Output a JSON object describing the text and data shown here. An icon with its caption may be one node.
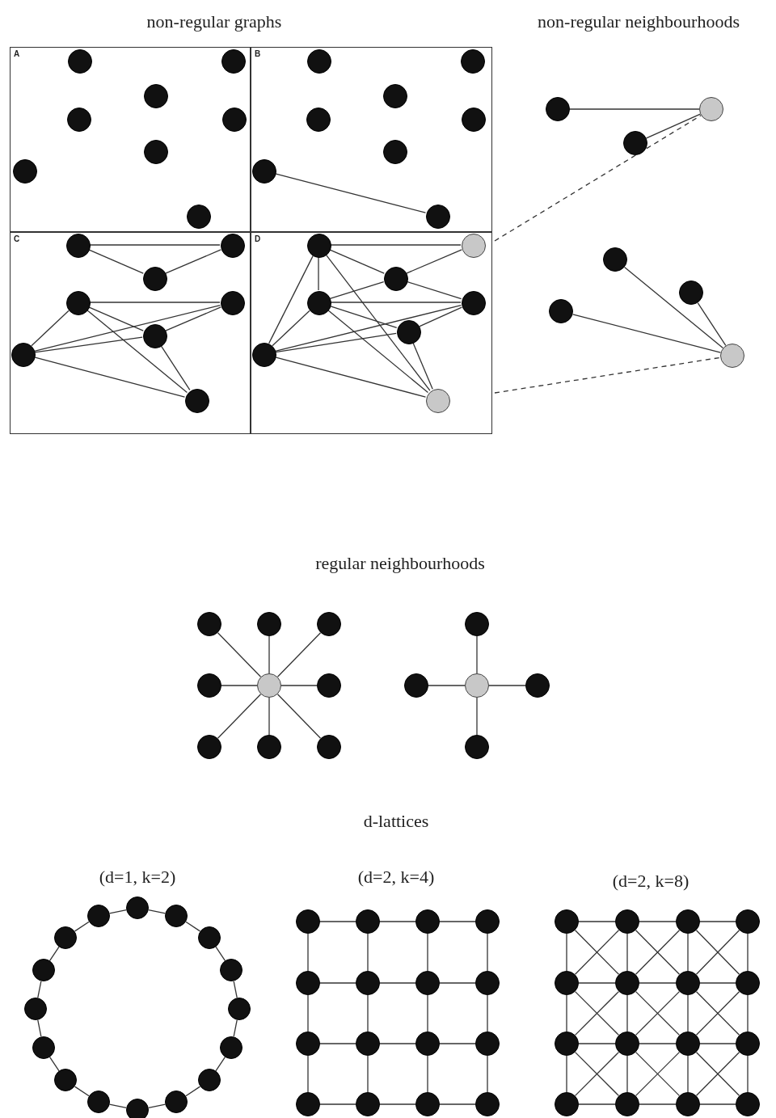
{
  "diagram": {
    "nodes": [
      {
        "text": [
          "A"
        ]
      },
      {
        "text": [],
        "shape": "circle",
        "in": 0
      },
      {
        "text": [],
        "shape": "circle",
        "in": 0
      },
      {
        "text": [],
        "shape": "circle",
        "in": 0
      },
      {
        "text": [],
        "shape": "circle",
        "in": 0
      },
      {
        "text": [],
        "shape": "circle",
        "in": 0
      },
      {
        "text": [],
        "shape": "circle",
        "in": 0
      },
      {
        "text": [],
        "shape": "circle",
        "in": 0
      },
      {
        "text": [],
        "shape": "circle",
        "in": 0
      },
      {
        "text": [
          "B"
        ]
      },
      {
        "text": [],
        "shape": "circle",
        "in": 9
      },
      {
        "text": [],
        "shape": "circle",
        "in": 9
      },
      {
        "text": [],
        "shape": "circle",
        "in": 9
      },
      {
        "text": [],
        "shape": "circle",
        "in": 9
      },
      {
        "text": [],
        "shape": "circle",
        "in": 9
      },
      {
        "text": [],
        "shape": "circle",
        "in": 9
      },
      {
        "text": [],
        "shape": "circle",
        "in": 9
      },
      {
        "text": [],
        "shape": "circle",
        "in": 9
      },
      {
        "text": [
          "C"
        ]
      },
      {
        "text": [],
        "shape": "circle",
        "in": 18
      },
      {
        "text": [],
        "shape": "circle",
        "in": 18
      },
      {
        "text": [],
        "shape": "circle",
        "in": 18
      },
      {
        "text": [],
        "shape": "circle",
        "in": 18
      },
      {
        "text": [],
        "shape": "circle",
        "in": 18
      },
      {
        "text": [],
        "shape": "circle",
        "in": 18
      },
      {
        "text": [],
        "shape": "circle",
        "in": 18
      },
      {
        "text": [],
        "shape": "circle",
        "in": 18
      },
      {
        "text": [
          "D"
        ]
      },
      {
        "text": [],
        "shape": "circle",
        "in": 27
      },
      {
        "text": [],
        "shape": "circle",
        "in": 27
      },
      {
        "text": [],
        "shape": "circle",
        "in": 27
      },
      {
        "text": [],
        "shape": "circle",
        "in": 27
      },
      {
        "text": [],
        "shape": "circle",
        "in": 27
      },
      {
        "text": [],
        "shape": "circle",
        "in": 27
      },
      {
        "text": [],
        "shape": "circle",
        "in": 27
      },
      {
        "text": [],
        "shape": "circle",
        "in": 27
      },
      {
        "text": [],
        "shape": "circle"
      },
      {
        "text": [],
        "shape": "circle"
      },
      {
        "text": [],
        "shape": "circle"
      },
      {
        "text": [],
        "shape": "circle"
      },
      {
        "text": [],
        "shape": "circle"
      },
      {
        "text": [],
        "shape": "circle"
      },
      {
        "text": [],
        "shape": "circle"
      },
      {
        "text": [],
        "shape": "circle"
      },
      {
        "text": [],
        "shape": "circle"
      },
      {
        "text": [],
        "shape": "circle"
      },
      {
        "text": [],
        "shape": "circle"
      },
      {
        "text": [],
        "shape": "circle"
      },
      {
        "text": [],
        "shape": "circle"
      },
      {
        "text": [],
        "shape": "circle"
      },
      {
        "text": [],
        "shape": "circle"
      },
      {
        "text": [],
        "shape": "circle"
      },
      {
        "text": [],
        "shape": "circle"
      },
      {
        "text": [],
        "shape": "circle"
      },
      {
        "text": [],
        "shape": "circle"
      },
      {
        "text": [],
        "shape": "circle"
      },
      {
        "text": [],
        "shape": "circle"
      },
      {
        "text": [],
        "shape": "circle"
      },
      {
        "text": [],
        "shape": "circle"
      },
      {
        "text": [],
        "shape": "circle"
      },
      {
        "text": [],
        "shape": "circle"
      },
      {
        "text": [],
        "shape": "circle"
      },
      {
        "text": [],
        "shape": "circle"
      },
      {
        "text": [],
        "shape": "circle"
      },
      {
        "text": [],
        "shape": "circle"
      },
      {
        "text": [],
        "shape": "circle"
      },
      {
        "text": [],
        "shape": "circle"
      },
      {
        "text": [],
        "shape": "circle"
      },
      {
        "text": [],
        "shape": "circle"
      },
      {
        "text": [],
        "shape": "circle"
      },
      {
        "text": [],
        "shape": "circle"
      },
      {
        "text": [],
        "shape": "circle"
      },
      {
        "text": [],
        "shape": "circle"
      },
      {
        "text": [],
        "shape": "circle"
      },
      {
        "text": [],
        "shape": "circle"
      },
      {
        "text": [],
        "shape": "circle"
      },
      {
        "text": [],
        "shape": "circle"
      },
      {
        "text": [],
        "shape": "circle"
      },
      {
        "text": [],
        "shape": "circle"
      },
      {
        "text": [],
        "shape": "circle"
      },
      {
        "text": [],
        "shape": "circle"
      },
      {
        "text": [],
        "shape": "circle"
      },
      {
        "text": [],
        "shape": "circle"
      },
      {
        "text": [],
        "shape": "circle"
      },
      {
        "text": [],
        "shape": "circle"
      },
      {
        "text": [],
        "shape": "circle"
      },
      {
        "text": [],
        "shape": "circle"
      },
      {
        "text": [],
        "shape": "circle"
      },
      {
        "text": [],
        "shape": "circle"
      },
      {
        "text": [],
        "shape": "circle"
      },
      {
        "text": [],
        "shape": "circle"
      },
      {
        "text": [],
        "shape": "circle"
      },
      {
        "text": [],
        "shape": "circle"
      },
      {
        "text": [],
        "shape": "circle"
      },
      {
        "text": [],
        "shape": "circle"
      },
      {
        "text": [],
        "shape": "circle"
      },
      {
        "text": [],
        "shape": "circle"
      },
      {
        "text": [],
        "shape": "circle"
      },
      {
        "text": [],
        "shape": "circle"
      },
      {
        "text": [],
        "shape": "circle"
      },
      {
        "text": [],
        "shape": "circle"
      },
      {
        "text": [],
        "shape": "circle"
      },
      {
        "text": [],
        "shape": "circle"
      },
      {
        "text": [],
        "shape": "circle"
      },
      {
        "text": [],
        "shape": "circle"
      }
    ],
    "edges": [
      {
        "from": 16,
        "to": 17,
        "arrow": "none"
      },
      {
        "from": 19,
        "to": 20,
        "arrow": "none"
      },
      {
        "from": 19,
        "to": 21,
        "arrow": "none"
      },
      {
        "from": 20,
        "to": 21,
        "arrow": "none"
      },
      {
        "from": 22,
        "to": 23,
        "arrow": "none"
      },
      {
        "from": 22,
        "to": 25,
        "arrow": "none"
      },
      {
        "from": 22,
        "to": 24,
        "arrow": "none"
      },
      {
        "from": 22,
        "to": 26,
        "arrow": "none"
      },
      {
        "from": 25,
        "to": 23,
        "arrow": "none"
      },
      {
        "from": 25,
        "to": 24,
        "arrow": "none"
      },
      {
        "from": 24,
        "to": 23,
        "arrow": "none"
      },
      {
        "from": 25,
        "to": 26,
        "arrow": "none"
      },
      {
        "from": 24,
        "to": 26,
        "arrow": "none"
      },
      {
        "from": 28,
        "to": 29,
        "arrow": "none"
      },
      {
        "from": 28,
        "to": 30,
        "arrow": "none"
      },
      {
        "from": 30,
        "to": 29,
        "arrow": "none"
      },
      {
        "from": 28,
        "to": 31,
        "arrow": "none"
      },
      {
        "from": 28,
        "to": 34,
        "arrow": "none"
      },
      {
        "from": 28,
        "to": 35,
        "arrow": "none"
      },
      {
        "from": 31,
        "to": 30,
        "arrow": "none"
      },
      {
        "from": 31,
        "to": 32,
        "arrow": "none"
      },
      {
        "from": 31,
        "to": 33,
        "arrow": "none"
      },
      {
        "from": 31,
        "to": 35,
        "arrow": "none"
      },
      {
        "from": 31,
        "to": 34,
        "arrow": "none"
      },
      {
        "from": 30,
        "to": 32,
        "arrow": "none"
      },
      {
        "from": 34,
        "to": 32,
        "arrow": "none"
      },
      {
        "from": 34,
        "to": 33,
        "arrow": "none"
      },
      {
        "from": 34,
        "to": 35,
        "arrow": "none"
      },
      {
        "from": 33,
        "to": 32,
        "arrow": "none"
      },
      {
        "from": 33,
        "to": 35,
        "arrow": "none"
      },
      {
        "from": 36,
        "to": 37,
        "arrow": "none"
      },
      {
        "from": 38,
        "to": 37,
        "arrow": "none"
      },
      {
        "from": 39,
        "to": 42,
        "arrow": "none"
      },
      {
        "from": 40,
        "to": 42,
        "arrow": "none"
      },
      {
        "from": 41,
        "to": 42,
        "arrow": "none"
      },
      {
        "from": 27,
        "to": 37,
        "arrow": "none",
        "style": "dashed"
      },
      {
        "from": 27,
        "to": 42,
        "arrow": "none",
        "style": "dashed"
      },
      {
        "from": 47,
        "to": 43,
        "arrow": "none"
      },
      {
        "from": 47,
        "to": 44,
        "arrow": "none"
      },
      {
        "from": 47,
        "to": 45,
        "arrow": "none"
      },
      {
        "from": 47,
        "to": 46,
        "arrow": "none"
      },
      {
        "from": 47,
        "to": 48,
        "arrow": "none"
      },
      {
        "from": 47,
        "to": 49,
        "arrow": "none"
      },
      {
        "from": 47,
        "to": 50,
        "arrow": "none"
      },
      {
        "from": 47,
        "to": 51,
        "arrow": "none"
      },
      {
        "from": 54,
        "to": 52,
        "arrow": "none"
      },
      {
        "from": 54,
        "to": 53,
        "arrow": "none"
      },
      {
        "from": 54,
        "to": 55,
        "arrow": "none"
      },
      {
        "from": 54,
        "to": 56,
        "arrow": "none"
      },
      {
        "from": 57,
        "to": 58,
        "arrow": "none"
      },
      {
        "from": 58,
        "to": 59,
        "arrow": "none"
      },
      {
        "from": 59,
        "to": 60,
        "arrow": "none"
      },
      {
        "from": 60,
        "to": 61,
        "arrow": "none"
      },
      {
        "from": 61,
        "to": 62,
        "arrow": "none"
      },
      {
        "from": 62,
        "to": 63,
        "arrow": "none"
      },
      {
        "from": 63,
        "to": 64,
        "arrow": "none"
      },
      {
        "from": 64,
        "to": 65,
        "arrow": "none"
      },
      {
        "from": 65,
        "to": 66,
        "arrow": "none"
      },
      {
        "from": 66,
        "to": 67,
        "arrow": "none"
      },
      {
        "from": 67,
        "to": 68,
        "arrow": "none"
      },
      {
        "from": 68,
        "to": 69,
        "arrow": "none"
      },
      {
        "from": 69,
        "to": 70,
        "arrow": "none"
      },
      {
        "from": 70,
        "to": 71,
        "arrow": "none"
      },
      {
        "from": 71,
        "to": 72,
        "arrow": "none"
      },
      {
        "from": 72,
        "to": 57,
        "arrow": "none"
      },
      {
        "from": 73,
        "to": 74,
        "arrow": "none"
      },
      {
        "from": 74,
        "to": 75,
        "arrow": "none"
      },
      {
        "from": 75,
        "to": 76,
        "arrow": "none"
      },
      {
        "from": 77,
        "to": 78,
        "arrow": "none"
      },
      {
        "from": 78,
        "to": 79,
        "arrow": "none"
      },
      {
        "from": 79,
        "to": 80,
        "arrow": "none"
      },
      {
        "from": 81,
        "to": 82,
        "arrow": "none"
      },
      {
        "from": 82,
        "to": 83,
        "arrow": "none"
      },
      {
        "from": 83,
        "to": 84,
        "arrow": "none"
      },
      {
        "from": 85,
        "to": 86,
        "arrow": "none"
      },
      {
        "from": 86,
        "to": 87,
        "arrow": "none"
      },
      {
        "from": 87,
        "to": 88,
        "arrow": "none"
      },
      {
        "from": 73,
        "to": 77,
        "arrow": "none"
      },
      {
        "from": 74,
        "to": 78,
        "arrow": "none"
      },
      {
        "from": 75,
        "to": 79,
        "arrow": "none"
      },
      {
        "from": 76,
        "to": 80,
        "arrow": "none"
      },
      {
        "from": 77,
        "to": 81,
        "arrow": "none"
      },
      {
        "from": 78,
        "to": 82,
        "arrow": "none"
      },
      {
        "from": 79,
        "to": 83,
        "arrow": "none"
      },
      {
        "from": 80,
        "to": 84,
        "arrow": "none"
      },
      {
        "from": 81,
        "to": 85,
        "arrow": "none"
      },
      {
        "from": 82,
        "to": 86,
        "arrow": "none"
      },
      {
        "from": 83,
        "to": 87,
        "arrow": "none"
      },
      {
        "from": 84,
        "to": 88,
        "arrow": "none"
      },
      {
        "from": 89,
        "to": 90,
        "arrow": "none"
      },
      {
        "from": 90,
        "to": 91,
        "arrow": "none"
      },
      {
        "from": 91,
        "to": 92,
        "arrow": "none"
      },
      {
        "from": 93,
        "to": 94,
        "arrow": "none"
      },
      {
        "from": 94,
        "to": 95,
        "arrow": "none"
      },
      {
        "from": 95,
        "to": 96,
        "arrow": "none"
      },
      {
        "from": 97,
        "to": 98,
        "arrow": "none"
      },
      {
        "from": 98,
        "to": 99,
        "arrow": "none"
      },
      {
        "from": 99,
        "to": 100,
        "arrow": "none"
      },
      {
        "from": 101,
        "to": 102,
        "arrow": "none"
      },
      {
        "from": 102,
        "to": 103,
        "arrow": "none"
      },
      {
        "from": 103,
        "to": 104,
        "arrow": "none"
      },
      {
        "from": 89,
        "to": 93,
        "arrow": "none"
      },
      {
        "from": 90,
        "to": 94,
        "arrow": "none"
      },
      {
        "from": 91,
        "to": 95,
        "arrow": "none"
      },
      {
        "from": 92,
        "to": 96,
        "arrow": "none"
      },
      {
        "from": 93,
        "to": 97,
        "arrow": "none"
      },
      {
        "from": 94,
        "to": 98,
        "arrow": "none"
      },
      {
        "from": 95,
        "to": 99,
        "arrow": "none"
      },
      {
        "from": 96,
        "to": 100,
        "arrow": "none"
      },
      {
        "from": 97,
        "to": 101,
        "arrow": "none"
      },
      {
        "from": 98,
        "to": 102,
        "arrow": "none"
      },
      {
        "from": 99,
        "to": 103,
        "arrow": "none"
      },
      {
        "from": 100,
        "to": 104,
        "arrow": "none"
      },
      {
        "from": 89,
        "to": 94,
        "arrow": "none"
      },
      {
        "from": 90,
        "to": 93,
        "arrow": "none"
      },
      {
        "from": 90,
        "to": 95,
        "arrow": "none"
      },
      {
        "from": 91,
        "to": 94,
        "arrow": "none"
      },
      {
        "from": 91,
        "to": 96,
        "arrow": "none"
      },
      {
        "from": 92,
        "to": 95,
        "arrow": "none"
      },
      {
        "from": 93,
        "to": 98,
        "arrow": "none"
      },
      {
        "from": 94,
        "to": 97,
        "arrow": "none"
      },
      {
        "from": 94,
        "to": 99,
        "arrow": "none"
      },
      {
        "from": 95,
        "to": 98,
        "arrow": "none"
      },
      {
        "from": 95,
        "to": 100,
        "arrow": "none"
      },
      {
        "from": 96,
        "to": 99,
        "arrow": "none"
      },
      {
        "from": 97,
        "to": 102,
        "arrow": "none"
      },
      {
        "from": 98,
        "to": 101,
        "arrow": "none"
      },
      {
        "from": 98,
        "to": 103,
        "arrow": "none"
      },
      {
        "from": 99,
        "to": 102,
        "arrow": "none"
      },
      {
        "from": 99,
        "to": 104,
        "arrow": "none"
      },
      {
        "from": 100,
        "to": 103,
        "arrow": "none"
      }
    ],
    "labels": [
      "non-regular graphs",
      "non-regular neighbourhoods",
      "regular neighbourhoods",
      "d-lattices",
      "(d=1, k=2)",
      "(d=2, k=4)",
      "(d=2, k=8)"
    ]
  }
}
